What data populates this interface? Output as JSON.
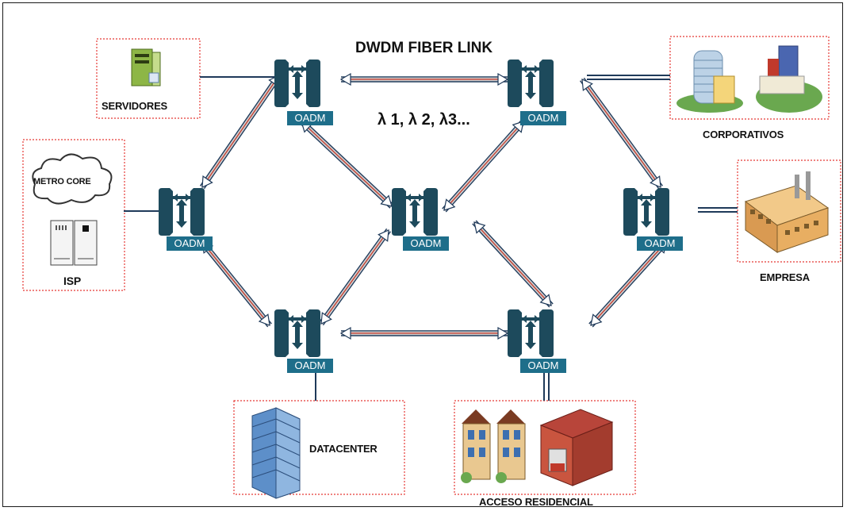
{
  "title": "DWDM FIBER LINK",
  "wavelengths": "λ 1, λ 2, λ3...",
  "node_label": "OADM",
  "sites": {
    "servidores": "SERVIDORES",
    "corporativos": "CORPORATIVOS",
    "metro_core": "METRO CORE",
    "isp": "ISP",
    "empresa": "EMPRESA",
    "datacenter": "DATACENTER",
    "acceso_residencial": "ACCESO RESIDENCIAL"
  },
  "colors": {
    "node_body": "#1d4a5c",
    "node_label_bg": "#1e6e8a",
    "fiber_red": "#c0392b",
    "fiber_dark": "#1f3a5a",
    "site_border": "#e53935"
  },
  "nodes": [
    "OADM",
    "OADM",
    "OADM",
    "OADM",
    "OADM",
    "OADM",
    "OADM"
  ]
}
